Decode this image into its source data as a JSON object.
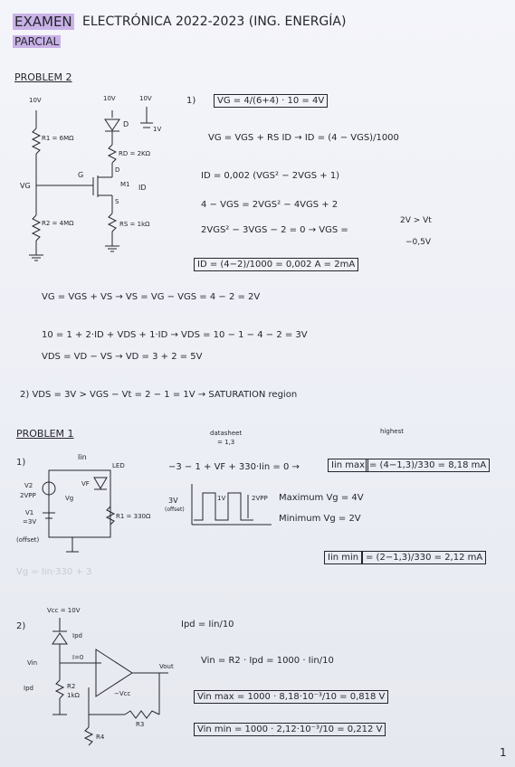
{
  "header": {
    "exam": "EXAMEN",
    "title": "ELECTRÓNICA 2022-2023 (ING. ENERGÍA)",
    "partial": "PARCIAL"
  },
  "problem2": {
    "heading": "PROBLEM 2",
    "circuit": {
      "supply_left": "10V",
      "supply_mid": "10V",
      "supply_right": "10V",
      "r1": "R1 = 6MΩ",
      "r2": "R2 = 4MΩ",
      "rd": "RD = 2KΩ",
      "rs": "RS = 1kΩ",
      "diode": "D",
      "diode_drop": "1V",
      "vg": "VG",
      "gate": "G",
      "drain": "D",
      "source": "S",
      "transistor": "M1",
      "id": "ID"
    },
    "lines": [
      "1)",
      "VG = 4/(6+4) · 10 = 4V",
      "VG = VGS + RS ID → ID = (4 − VGS)/1000",
      "ID = 0,002 (VGS² − 2VGS + 1)",
      "4 − VGS = 2VGS² − 4VGS + 2",
      "2VGS² − 3VGS − 2 = 0 → VGS =",
      "2V > Vt",
      "−0,5V",
      "ID = (4−2)/1000 = 0,002 A = 2mA",
      "VG = VGS + VS → VS = VG − VGS = 4 − 2 = 2V",
      "10 = 1 + 2·ID + VDS + 1·ID → VDS = 10 − 1 − 4 − 2 = 3V",
      "VDS = VD − VS → VD = 3 + 2 = 5V",
      "2) VDS = 3V > VGS − Vt = 2 − 1 = 1V → SATURATION region"
    ]
  },
  "problem1": {
    "heading": "PROBLEM 1",
    "part1": "1)",
    "circuit": {
      "iin": "Iin",
      "v2": "V2",
      "v2_val": "2VPP",
      "v1": "V1",
      "v1_val": "=3V",
      "offset": "(offset)",
      "vg": "Vg",
      "vf": "VF",
      "led": "LED",
      "r1": "R1 = 330Ω"
    },
    "datasheet_note": "datasheet",
    "datasheet_val": "= 1,3",
    "highest_note": "highest",
    "equation": "−3 − 1 + VF + 330·Iin = 0 →",
    "iin_max_label": "Iin max",
    "iin_max_expr": "= (4−1,3)/330 = 8,18 mA",
    "wave_3v": "3V",
    "wave_offset": "(offset)",
    "wave_1v": "1V",
    "wave_2vpp": "2VPP",
    "max_vg": "Maximum Vg = 4V",
    "min_vg": "Minimum Vg = 2V",
    "iin_min_label": "Iin min",
    "iin_min_expr": "= (2−1,3)/330 = 2,12 mA",
    "faded": "Vg = Iin·330 + 3"
  },
  "part2": {
    "label": "2)",
    "circuit": {
      "vcc": "Vcc = 10V",
      "ipd": "Ipd",
      "i0": "I=0",
      "vin": "Vin",
      "ipd_left": "Ipd",
      "r2": "R2",
      "r2_val": "1kΩ",
      "vneg": "−Vcc",
      "vout": "Vout",
      "r3": "R3",
      "r4": "R4"
    },
    "lines": [
      "Ipd = Iin/10",
      "Vin = R2 · Ipd = 1000 · Iin/10",
      "Vin max = 1000 · 8,18·10⁻³/10 = 0,818 V",
      "Vin min = 1000 · 2,12·10⁻³/10 = 0,212 V"
    ]
  },
  "page_number": "1"
}
